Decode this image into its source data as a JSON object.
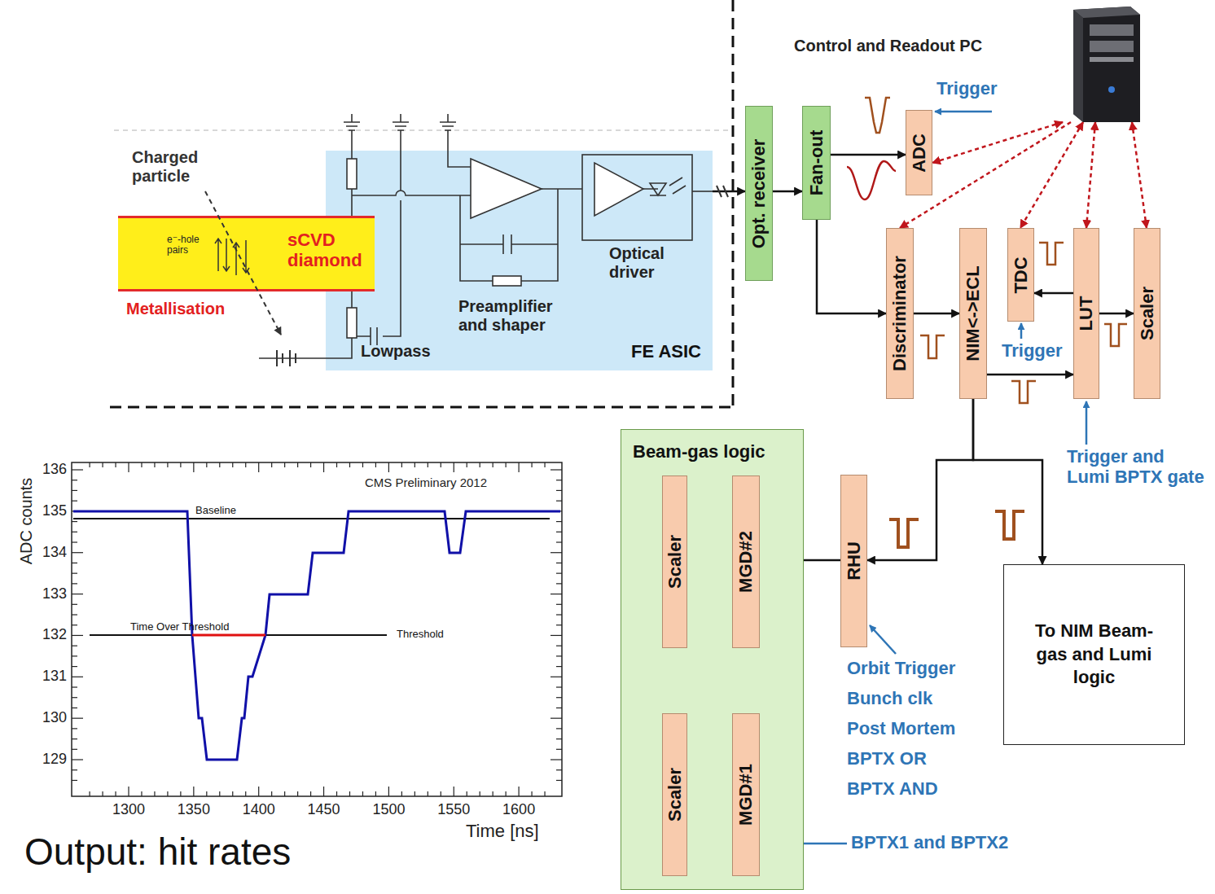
{
  "diagram": {
    "nodes": [
      {
        "text": [
          "e⁻-hole pairs",
          "sCVD diamond"
        ]
      },
      {
        "text": [
          "FE ASIC"
        ]
      },
      {
        "text": [
          "Opt. receiver"
        ]
      },
      {
        "text": [
          "Fan-out"
        ]
      },
      {
        "text": [
          "ADC"
        ]
      },
      {
        "text": [
          "Discriminator"
        ]
      },
      {
        "text": [
          "NIM<->ECL"
        ]
      },
      {
        "text": [
          "TDC"
        ]
      },
      {
        "text": [
          "LUT"
        ]
      },
      {
        "text": [
          "Scaler"
        ]
      },
      {
        "text": [
          "Control and Readout PC"
        ]
      },
      {
        "text": [
          "Beam-gas logic"
        ]
      },
      {
        "text": [
          "Scaler"
        ],
        "in": 11
      },
      {
        "text": [
          "MGD#2"
        ],
        "in": 11
      },
      {
        "text": [
          "Scaler"
        ],
        "in": 11
      },
      {
        "text": [
          "MGD#1"
        ],
        "in": 11
      },
      {
        "text": [
          "RHU"
        ]
      },
      {
        "text": [
          "To NIM Beam-gas and Lumi logic"
        ]
      }
    ],
    "edges": [
      {
        "from": 1,
        "to": 2,
        "arrow": "to"
      },
      {
        "from": 2,
        "to": 3,
        "arrow": "to"
      },
      {
        "from": 3,
        "to": 4,
        "arrow": "to"
      },
      {
        "from": 3,
        "to": 5,
        "arrow": "to"
      },
      {
        "from": 5,
        "to": 6,
        "arrow": "to"
      },
      {
        "from": 6,
        "to": 8,
        "arrow": "to"
      },
      {
        "from": 8,
        "to": 7,
        "arrow": "to"
      },
      {
        "from": 8,
        "to": 9,
        "arrow": "to"
      },
      {
        "from": 6,
        "to": 16,
        "arrow": "to"
      },
      {
        "from": 6,
        "to": 17,
        "arrow": "to"
      },
      {
        "from": 16,
        "to": 13,
        "arrow": "to"
      },
      {
        "from": 13,
        "to": 12,
        "arrow": "to"
      },
      {
        "from": 13,
        "to": 15,
        "arrow": "both"
      },
      {
        "from": 15,
        "to": 14,
        "arrow": "to"
      },
      {
        "from": 10,
        "to": 4,
        "arrow": "both"
      },
      {
        "from": 10,
        "to": 5,
        "arrow": "to"
      },
      {
        "from": 10,
        "to": 7,
        "arrow": "both"
      },
      {
        "from": 10,
        "to": 8,
        "arrow": "both"
      },
      {
        "from": 10,
        "to": 9,
        "arrow": "both"
      }
    ],
    "labels": [
      "Charged particle",
      "Metallisation",
      "Lowpass",
      "Preamplifier and shaper",
      "Optical driver",
      "Trigger",
      "Trigger",
      "Trigger and Lumi BPTX gate",
      "Orbit Trigger",
      "Bunch clk",
      "Post Mortem",
      "BPTX OR",
      "BPTX AND",
      "BPTX1 and BPTX2",
      "Output: hit rates",
      "ADC counts",
      "Time [ns]",
      "CMS Preliminary 2012",
      "Baseline",
      "Time Over Threshold",
      "Threshold",
      "136",
      "135",
      "134",
      "133",
      "132",
      "131",
      "130",
      "129",
      "1300",
      "1350",
      "1400",
      "1450",
      "1500",
      "1550",
      "1600"
    ]
  }
}
